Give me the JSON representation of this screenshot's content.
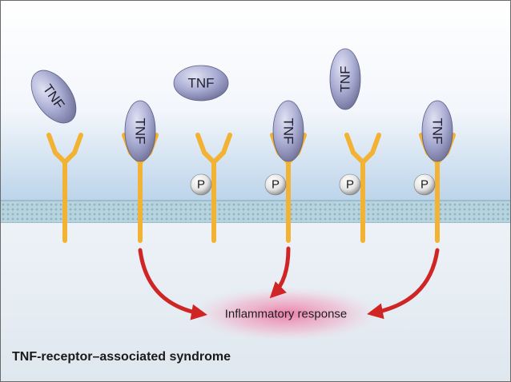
{
  "diagram": {
    "molecule_label": "TNF",
    "phospho_label": "P",
    "response_label": "Inflammatory response",
    "caption": "TNF-receptor–associated syndrome"
  },
  "colors": {
    "extracellular_top": "#ffffff",
    "extracellular_bottom": "#bcd4ea",
    "membrane": "#b7d3dd",
    "cytoplasm": "#e2eaf1",
    "receptor": "#f2b233",
    "tnf": "#a9acd2",
    "phosphate": "#e8e8e8",
    "arrow": "#d02525",
    "glow": "#ec5a8c"
  }
}
